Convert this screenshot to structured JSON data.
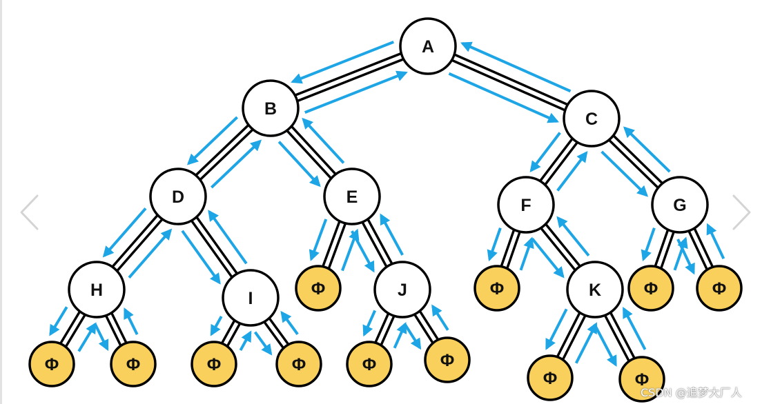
{
  "viewer": {
    "prev_icon": "chevron-left-icon",
    "next_icon": "chevron-right-icon"
  },
  "diagram": {
    "colors": {
      "node_fill": "#FFFFFF",
      "leaf_fill": "#F9D05C",
      "outline": "#000000",
      "arrow": "#1DA5E5"
    },
    "tree": {
      "label": "A",
      "children": [
        {
          "label": "B",
          "children": [
            {
              "label": "D",
              "children": [
                {
                  "label": "H",
                  "children": [
                    {
                      "label": "Φ"
                    },
                    {
                      "label": "Φ"
                    }
                  ]
                },
                {
                  "label": "I",
                  "children": [
                    {
                      "label": "Φ"
                    },
                    {
                      "label": "Φ"
                    }
                  ]
                }
              ]
            },
            {
              "label": "E",
              "children": [
                {
                  "label": "Φ"
                },
                {
                  "label": "J",
                  "children": [
                    {
                      "label": "Φ"
                    },
                    {
                      "label": "Φ"
                    }
                  ]
                }
              ]
            }
          ]
        },
        {
          "label": "C",
          "children": [
            {
              "label": "F",
              "children": [
                {
                  "label": "Φ"
                },
                {
                  "label": "K",
                  "children": [
                    {
                      "label": "Φ"
                    },
                    {
                      "label": "Φ"
                    }
                  ]
                }
              ]
            },
            {
              "label": "G",
              "children": [
                {
                  "label": "Φ"
                },
                {
                  "label": "Φ"
                }
              ]
            }
          ]
        }
      ]
    }
  },
  "watermark": "CSDN @追梦大厂人"
}
